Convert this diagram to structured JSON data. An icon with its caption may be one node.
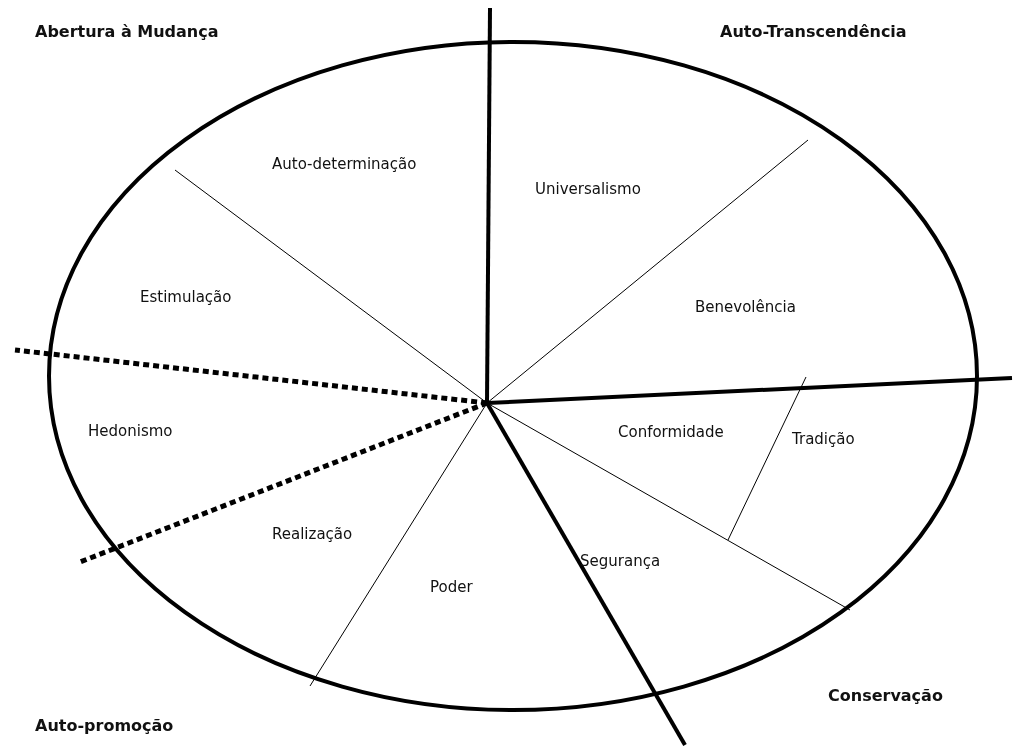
{
  "diagram": {
    "labels": [
      "Abertura à Mudança",
      "Auto-Transcendência",
      "Auto-determinação",
      "Universalismo",
      "Estimulação",
      "Benevolência",
      "Hedonismo",
      "Conformidade",
      "Tradição",
      "Realização",
      "Segurança",
      "Poder",
      "Conservação",
      "Auto-promoção"
    ]
  }
}
